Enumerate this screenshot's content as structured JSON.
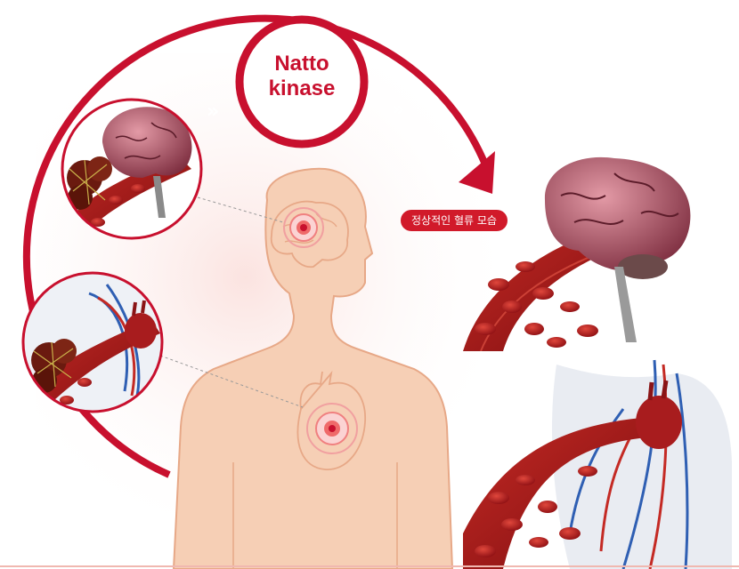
{
  "center_label": {
    "line1": "Natto",
    "line2": "kinase"
  },
  "arrow_glyph_left": "»",
  "arrow_glyph_right": "»",
  "badge_label": "정상적인 혈류 모습",
  "colors": {
    "cycle_red": "#c8102e",
    "badge_red": "#d11a2a",
    "body_skin": "#f6cfb5",
    "body_outline": "#e7a887",
    "blood_red": "#b3151b",
    "brain_pink": "#b8566b",
    "vein_blue": "#2f5fb3",
    "clot_brown": "#6a1a0f",
    "bottom_rule": "#f0b8b0"
  },
  "icons": [
    "brain-icon",
    "heart-icon",
    "blood-vessel-icon",
    "blood-clot-icon",
    "human-body-icon",
    "target-pulse-icon",
    "arrow-head-icon"
  ]
}
